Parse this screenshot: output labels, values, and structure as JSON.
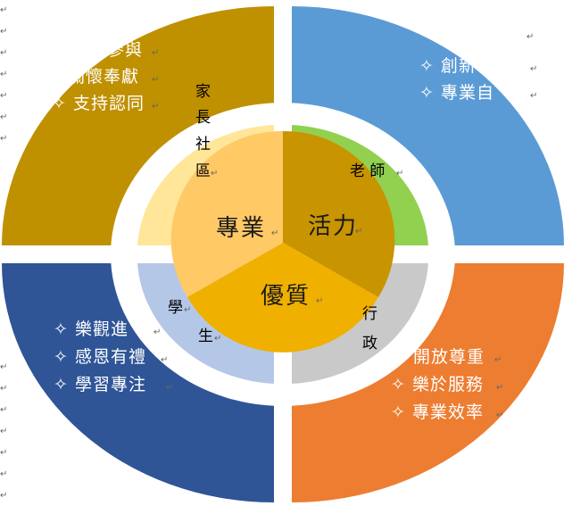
{
  "colors": {
    "outer_top_left": "#BF9000",
    "outer_top_right": "#5B9BD5",
    "outer_bottom_left": "#2F5597",
    "outer_bottom_right": "#ED7D31",
    "ring_top_left": "#FFE699",
    "ring_top_right": "#92D050",
    "ring_bottom_left": "#B4C7E7",
    "ring_bottom_right": "#C9C9C9",
    "core_left": "#FFC966",
    "core_right": "#C89400",
    "core_bottom": "#F0B000"
  },
  "quadrants": {
    "top_left": {
      "items": [
        "參與",
        "關懷奉獻",
        "✧ 支持認同"
      ]
    },
    "top_right": {
      "items": [
        "✧ 創新",
        "✧ 專業自"
      ]
    },
    "bottom_left": {
      "items": [
        "✧ 樂觀進",
        "✧ 感恩有禮",
        "✧ 學習專注"
      ]
    },
    "bottom_right": {
      "items": [
        "開放尊重",
        "✧ 樂於服務",
        "✧ 專業效率"
      ]
    }
  },
  "ring": {
    "parents": [
      "家",
      "長",
      "社",
      "區"
    ],
    "teachers": "老 師",
    "students": [
      "學",
      "生"
    ],
    "admin": [
      "行",
      "政"
    ]
  },
  "core": {
    "professional": "專業",
    "vitality": "活力",
    "quality": "優質"
  },
  "para_mark": "↵"
}
